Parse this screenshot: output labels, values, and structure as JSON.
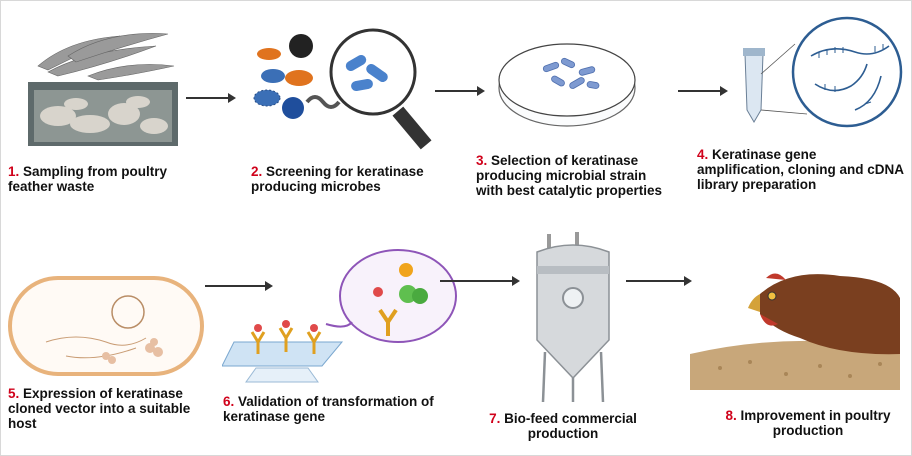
{
  "steps": [
    {
      "num": "1.",
      "text": "Sampling from poultry feather waste"
    },
    {
      "num": "2.",
      "text": "Screening for keratinase producing microbes"
    },
    {
      "num": "3.",
      "text": "Selection of keratinase producing microbial strain with best catalytic properties"
    },
    {
      "num": "4.",
      "text": "Keratinase gene amplification, cloning and cDNA library preparation"
    },
    {
      "num": "5.",
      "text": "Expression of keratinase cloned vector into a suitable host"
    },
    {
      "num": "6.",
      "text": "Validation of transformation of keratinase gene"
    },
    {
      "num": "7.",
      "text": "Bio-feed commercial production"
    },
    {
      "num": "8.",
      "text": "Improvement in poultry production"
    }
  ],
  "colors": {
    "step_number": "#d0021b",
    "arrow": "#333333",
    "microbe_blue": "#3b6fb6",
    "membrane": "#e8b37c"
  }
}
